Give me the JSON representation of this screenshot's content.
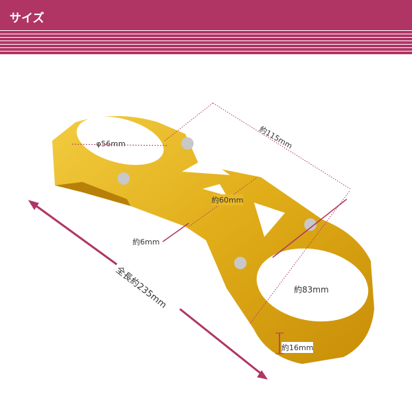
{
  "header": {
    "title": "サイズ"
  },
  "dimensions": {
    "bore_small": "φ56mm",
    "width_top": "約115mm",
    "width_mid": "約60mm",
    "thickness_arm": "約6mm",
    "total_length": "全長約235mm",
    "bore_large": "約83mm",
    "height": "約16mm"
  },
  "colors": {
    "accent": "#b03565",
    "gold": "#e0b020"
  }
}
